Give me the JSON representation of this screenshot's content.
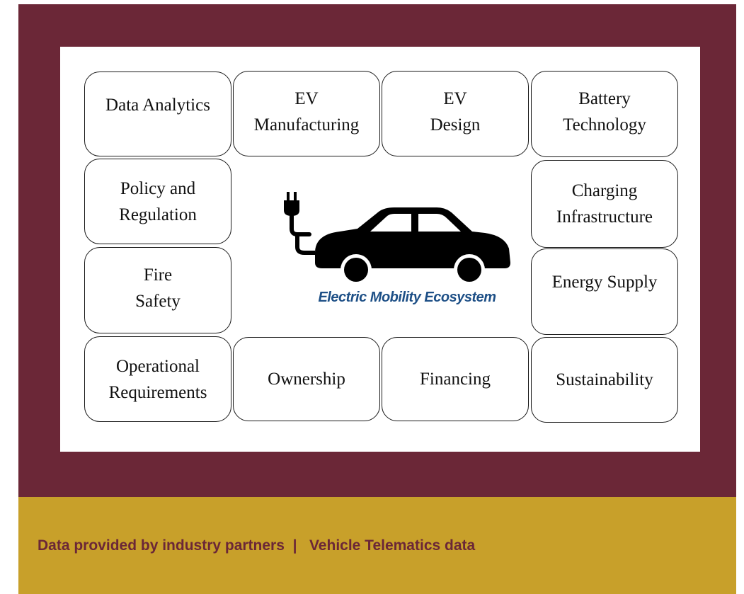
{
  "diagram": {
    "center_title": "Electric Mobility Ecosystem",
    "icon": "electric-car-plug-icon",
    "boxes": [
      {
        "key": "data-analytics",
        "label": "Data Analytics"
      },
      {
        "key": "ev-manufacturing",
        "label": "EV\nManufacturing"
      },
      {
        "key": "ev-design",
        "label": "EV\nDesign"
      },
      {
        "key": "battery-technology",
        "label": "Battery\nTechnology"
      },
      {
        "key": "policy-and-regulation",
        "label": "Policy and\nRegulation"
      },
      {
        "key": "charging-infrastructure",
        "label": "Charging\nInfrastructure"
      },
      {
        "key": "fire-safety",
        "label": "Fire\nSafety"
      },
      {
        "key": "energy-supply",
        "label": "Energy Supply"
      },
      {
        "key": "operational-requirements",
        "label": "Operational\nRequirements"
      },
      {
        "key": "ownership",
        "label": "Ownership"
      },
      {
        "key": "financing",
        "label": "Financing"
      },
      {
        "key": "sustainability",
        "label": "Sustainability"
      }
    ]
  },
  "footer": {
    "caption": "Data provided by industry partners  |   Vehicle Telematics data"
  },
  "colors": {
    "frame": "#6b2737",
    "footer_band": "#c8a02a",
    "center_title": "#1d4f86"
  }
}
